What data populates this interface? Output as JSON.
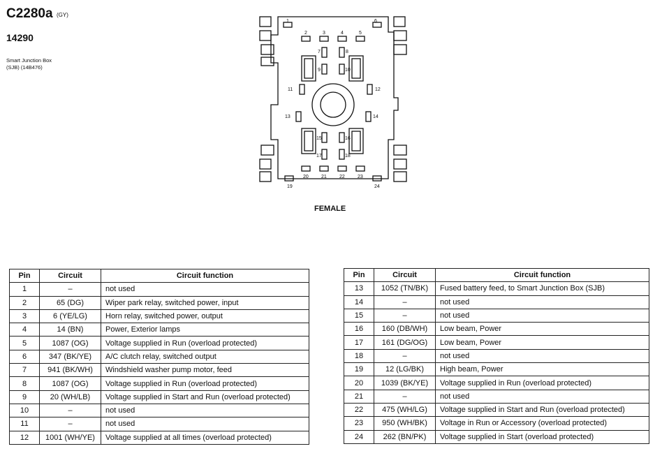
{
  "header": {
    "connector_id": "C2280a",
    "color_code": "(GY)",
    "part_number": "14290",
    "description_line1": "Smart Junction Box",
    "description_line2": "(SJB) (14B476)"
  },
  "diagram": {
    "view_label": "FEMALE",
    "pin_numbers": [
      "1",
      "2",
      "3",
      "4",
      "5",
      "6",
      "7",
      "8",
      "9",
      "10",
      "11",
      "12",
      "13",
      "14",
      "15",
      "16",
      "17",
      "18",
      "19",
      "20",
      "21",
      "22",
      "23",
      "24"
    ]
  },
  "table_headers": {
    "pin": "Pin",
    "circuit": "Circuit",
    "function": "Circuit function"
  },
  "pins_left": [
    {
      "pin": "1",
      "circuit": "–",
      "function": "not used"
    },
    {
      "pin": "2",
      "circuit": "65 (DG)",
      "function": "Wiper park relay, switched power, input"
    },
    {
      "pin": "3",
      "circuit": "6 (YE/LG)",
      "function": "Horn relay, switched power, output"
    },
    {
      "pin": "4",
      "circuit": "14 (BN)",
      "function": "Power, Exterior lamps"
    },
    {
      "pin": "5",
      "circuit": "1087 (OG)",
      "function": "Voltage supplied in Run (overload protected)"
    },
    {
      "pin": "6",
      "circuit": "347 (BK/YE)",
      "function": "A/C clutch relay, switched output"
    },
    {
      "pin": "7",
      "circuit": "941 (BK/WH)",
      "function": "Windshield washer pump motor, feed"
    },
    {
      "pin": "8",
      "circuit": "1087 (OG)",
      "function": "Voltage supplied in Run (overload protected)"
    },
    {
      "pin": "9",
      "circuit": "20 (WH/LB)",
      "function": "Voltage supplied in Start and Run (overload protected)"
    },
    {
      "pin": "10",
      "circuit": "–",
      "function": "not used"
    },
    {
      "pin": "11",
      "circuit": "–",
      "function": "not used"
    },
    {
      "pin": "12",
      "circuit": "1001 (WH/YE)",
      "function": "Voltage supplied at all times (overload protected)"
    }
  ],
  "pins_right": [
    {
      "pin": "13",
      "circuit": "1052 (TN/BK)",
      "function": "Fused battery feed, to Smart Junction Box (SJB)"
    },
    {
      "pin": "14",
      "circuit": "–",
      "function": "not used"
    },
    {
      "pin": "15",
      "circuit": "–",
      "function": "not used"
    },
    {
      "pin": "16",
      "circuit": "160 (DB/WH)",
      "function": "Low beam, Power"
    },
    {
      "pin": "17",
      "circuit": "161 (DG/OG)",
      "function": "Low beam, Power"
    },
    {
      "pin": "18",
      "circuit": "–",
      "function": "not used"
    },
    {
      "pin": "19",
      "circuit": "12 (LG/BK)",
      "function": "High beam, Power"
    },
    {
      "pin": "20",
      "circuit": "1039 (BK/YE)",
      "function": "Voltage supplied in Run (overload protected)"
    },
    {
      "pin": "21",
      "circuit": "–",
      "function": "not used"
    },
    {
      "pin": "22",
      "circuit": "475 (WH/LG)",
      "function": "Voltage supplied in Start and Run (overload protected)"
    },
    {
      "pin": "23",
      "circuit": "950 (WH/BK)",
      "function": "Voltage in Run or Accessory (overload protected)"
    },
    {
      "pin": "24",
      "circuit": "262 (BN/PK)",
      "function": "Voltage supplied in Start (overload protected)"
    }
  ]
}
